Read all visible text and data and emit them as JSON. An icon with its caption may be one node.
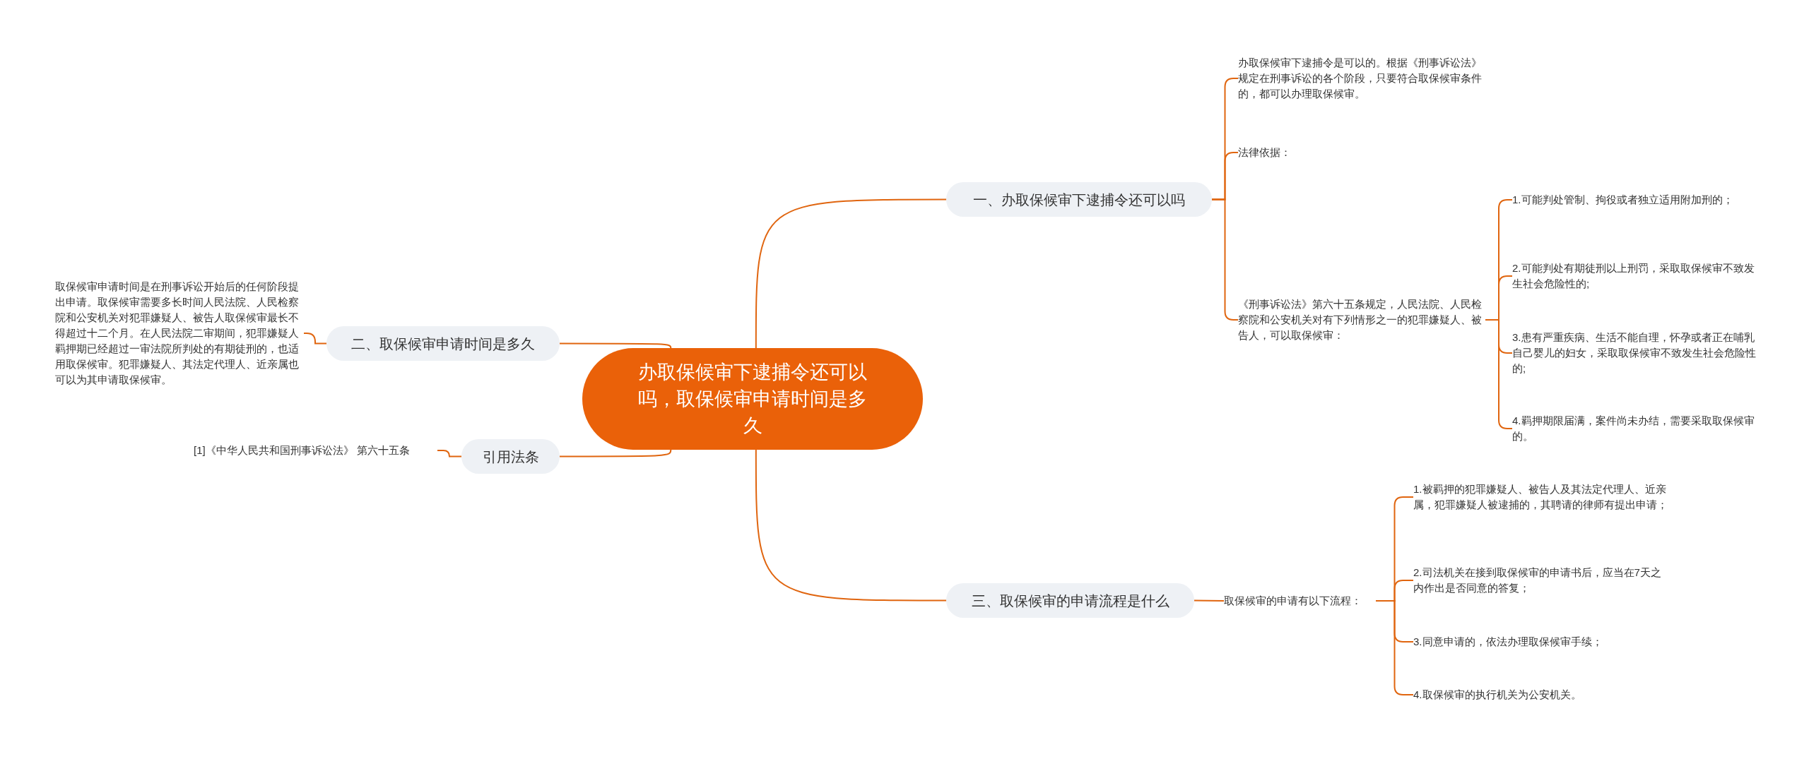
{
  "diagram": {
    "nodes": [
      {
        "text": [
          "办取保候审下逮捕令还可以吗，取保候审申请时间是多久"
        ]
      },
      {
        "text": [
          "一、办取保候审下逮捕令还可以吗"
        ]
      },
      {
        "text": [
          "办取保候审下逮捕令是可以的。根据《刑事诉讼法》规定在刑事诉讼的各个阶段，只要符合取保候审条件的，都可以办理取保候审。"
        ]
      },
      {
        "text": [
          "法律依据："
        ]
      },
      {
        "text": [
          "《刑事诉讼法》第六十五条规定，人民法院、人民检察院和公安机关对有下列情形之一的犯罪嫌疑人、被告人，可以取保候审："
        ]
      },
      {
        "text": [
          "1.可能判处管制、拘役或者独立适用附加刑的；"
        ]
      },
      {
        "text": [
          "2.可能判处有期徒刑以上刑罚，采取取保候审不致发生社会危险性的;"
        ]
      },
      {
        "text": [
          "3.患有严重疾病、生活不能自理，怀孕或者正在哺乳自己婴儿的妇女，采取取保候审不致发生社会危险性的;"
        ]
      },
      {
        "text": [
          "4.羁押期限届满，案件尚未办结，需要采取取保候审的。"
        ]
      },
      {
        "text": [
          "二、取保候审申请时间是多久"
        ]
      },
      {
        "text": [
          "取保候审申请时间是在刑事诉讼开始后的任何阶段提出申请。取保候审需要多长时间人民法院、人民检察院和公安机关对犯罪嫌疑人、被告人取保候审最长不得超过十二个月。在人民法院二审期间，犯罪嫌疑人羁押期已经超过一审法院所判处的有期徒刑的，也适用取保候审。犯罪嫌疑人、其法定代理人、近亲属也可以为其申请取保候审。"
        ]
      },
      {
        "text": [
          "引用法条"
        ]
      },
      {
        "text": [
          "[1]《中华人民共和国刑事诉讼法》 第六十五条"
        ]
      },
      {
        "text": [
          "三、取保候审的申请流程是什么"
        ]
      },
      {
        "text": [
          "取保候审的申请有以下流程："
        ]
      },
      {
        "text": [
          "1.被羁押的犯罪嫌疑人、被告人及其法定代理人、近亲属，犯罪嫌疑人被逮捕的，其聘请的律师有提出申请；"
        ]
      },
      {
        "text": [
          "2.司法机关在接到取保候审的申请书后，应当在7天之内作出是否同意的答复；"
        ]
      },
      {
        "text": [
          "3.同意申请的，依法办理取保候审手续；"
        ]
      },
      {
        "text": [
          "4.取保候审的执行机关为公安机关。"
        ]
      }
    ],
    "edges": [
      {
        "from": 0,
        "to": 1,
        "arrow": "none"
      },
      {
        "from": 1,
        "to": 2,
        "arrow": "none"
      },
      {
        "from": 1,
        "to": 3,
        "arrow": "none"
      },
      {
        "from": 1,
        "to": 4,
        "arrow": "none"
      },
      {
        "from": 4,
        "to": 5,
        "arrow": "none"
      },
      {
        "from": 4,
        "to": 6,
        "arrow": "none"
      },
      {
        "from": 4,
        "to": 7,
        "arrow": "none"
      },
      {
        "from": 4,
        "to": 8,
        "arrow": "none"
      },
      {
        "from": 0,
        "to": 9,
        "arrow": "none"
      },
      {
        "from": 9,
        "to": 10,
        "arrow": "none"
      },
      {
        "from": 0,
        "to": 11,
        "arrow": "none"
      },
      {
        "from": 11,
        "to": 12,
        "arrow": "none"
      },
      {
        "from": 0,
        "to": 13,
        "arrow": "none"
      },
      {
        "from": 13,
        "to": 14,
        "arrow": "none"
      },
      {
        "from": 14,
        "to": 15,
        "arrow": "none"
      },
      {
        "from": 14,
        "to": 16,
        "arrow": "none"
      },
      {
        "from": 14,
        "to": 17,
        "arrow": "none"
      },
      {
        "from": 14,
        "to": 18,
        "arrow": "none"
      }
    ]
  }
}
